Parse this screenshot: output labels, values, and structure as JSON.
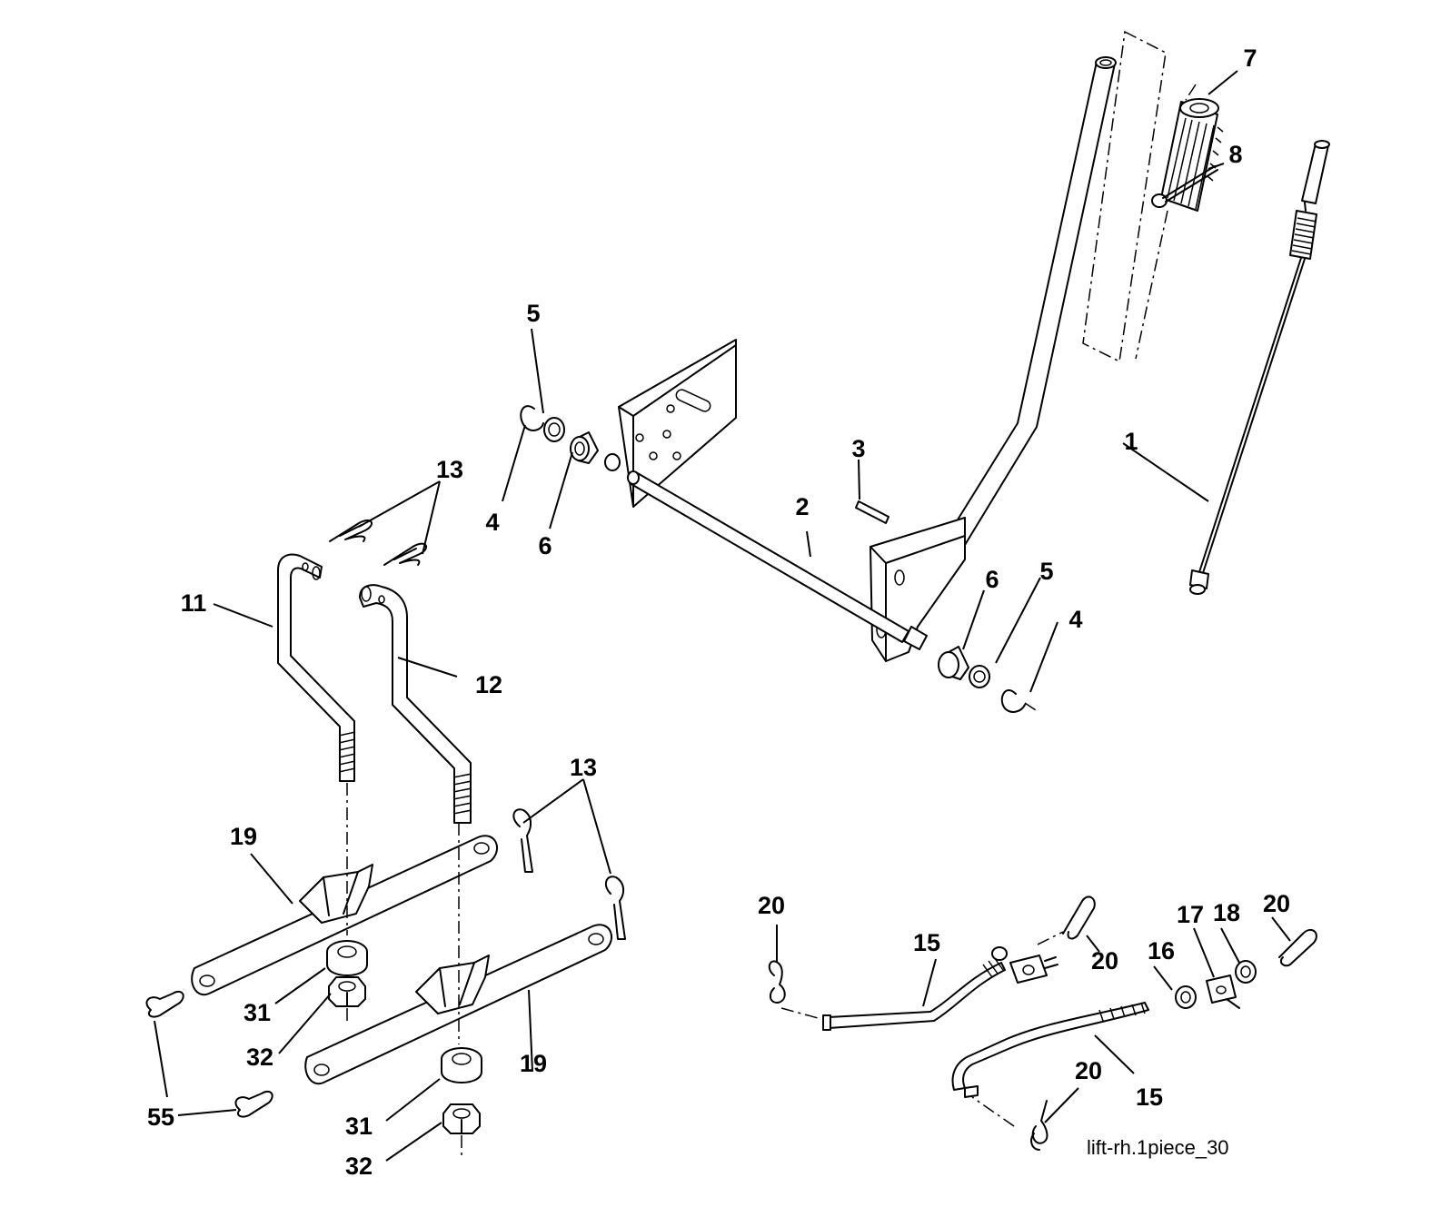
{
  "diagram": {
    "caption": "lift-rh.1piece_30",
    "callouts": [
      "1",
      "2",
      "3",
      "4",
      "4",
      "5",
      "5",
      "6",
      "6",
      "7",
      "8",
      "11",
      "12",
      "13",
      "13",
      "15",
      "15",
      "16",
      "17",
      "18",
      "19",
      "19",
      "20",
      "20",
      "20",
      "20",
      "31",
      "31",
      "32",
      "32",
      "55"
    ]
  }
}
